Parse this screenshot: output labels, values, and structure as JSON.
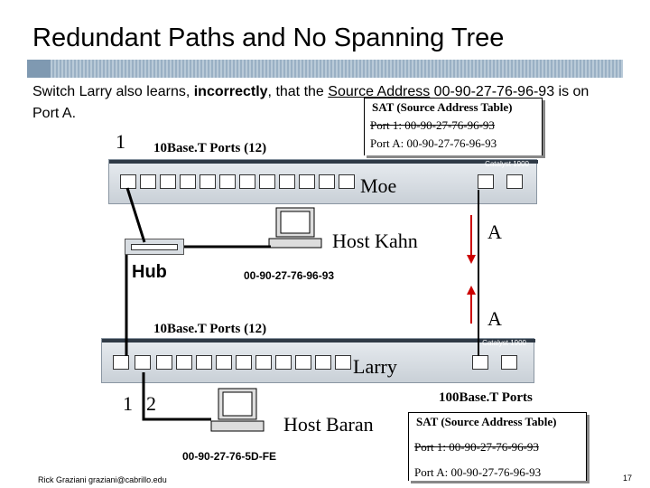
{
  "slide": {
    "title": "Redundant Paths and No Spanning Tree",
    "description_prefix": "Switch Larry also learns, ",
    "description_bold": "incorrectly",
    "description_mid": ", that the ",
    "description_underline": "Source Address",
    "description_suffix": " 00-90-27-76-96-93 is on Port A.",
    "footer_author": "Rick Graziani graziani@cabrillo.edu",
    "page_number": "17"
  },
  "moe": {
    "name": "Moe",
    "brand": "Catalyst 1900",
    "ports_label": "10Base.T Ports  (12)",
    "port1_label": "1",
    "sat": {
      "title": "SAT (Source Address Table)",
      "rows": [
        {
          "text": "Port 1:  00-90-27-76-96-93",
          "struck": true
        },
        {
          "text": "Port A:  00-90-27-76-96-93",
          "struck": false
        }
      ]
    }
  },
  "larry": {
    "name": "Larry",
    "brand": "Catalyst 1900",
    "ports_label": "10Base.T Ports  (12)",
    "port1_label": "1",
    "port2_label": "2",
    "uplink_label": "100Base.T Ports",
    "sat": {
      "title": "SAT (Source Address Table)",
      "rows": [
        {
          "text": "Port 1:  00-90-27-76-96-93",
          "struck": true
        },
        {
          "text": "Port A:  00-90-27-76-96-93",
          "struck": false
        }
      ]
    }
  },
  "link": {
    "top_port_label": "A",
    "bottom_port_label": "A"
  },
  "hub": {
    "label": "Hub"
  },
  "host_kahn": {
    "name": "Host Kahn",
    "mac": "00-90-27-76-96-93"
  },
  "host_baran": {
    "name": "Host Baran",
    "mac": "00-90-27-76-5D-FE"
  },
  "colors": {
    "title_bar": "#9ab0c4",
    "switch_body": "#d4dae0",
    "cable": "#000000",
    "arrow": "#cc0000"
  }
}
